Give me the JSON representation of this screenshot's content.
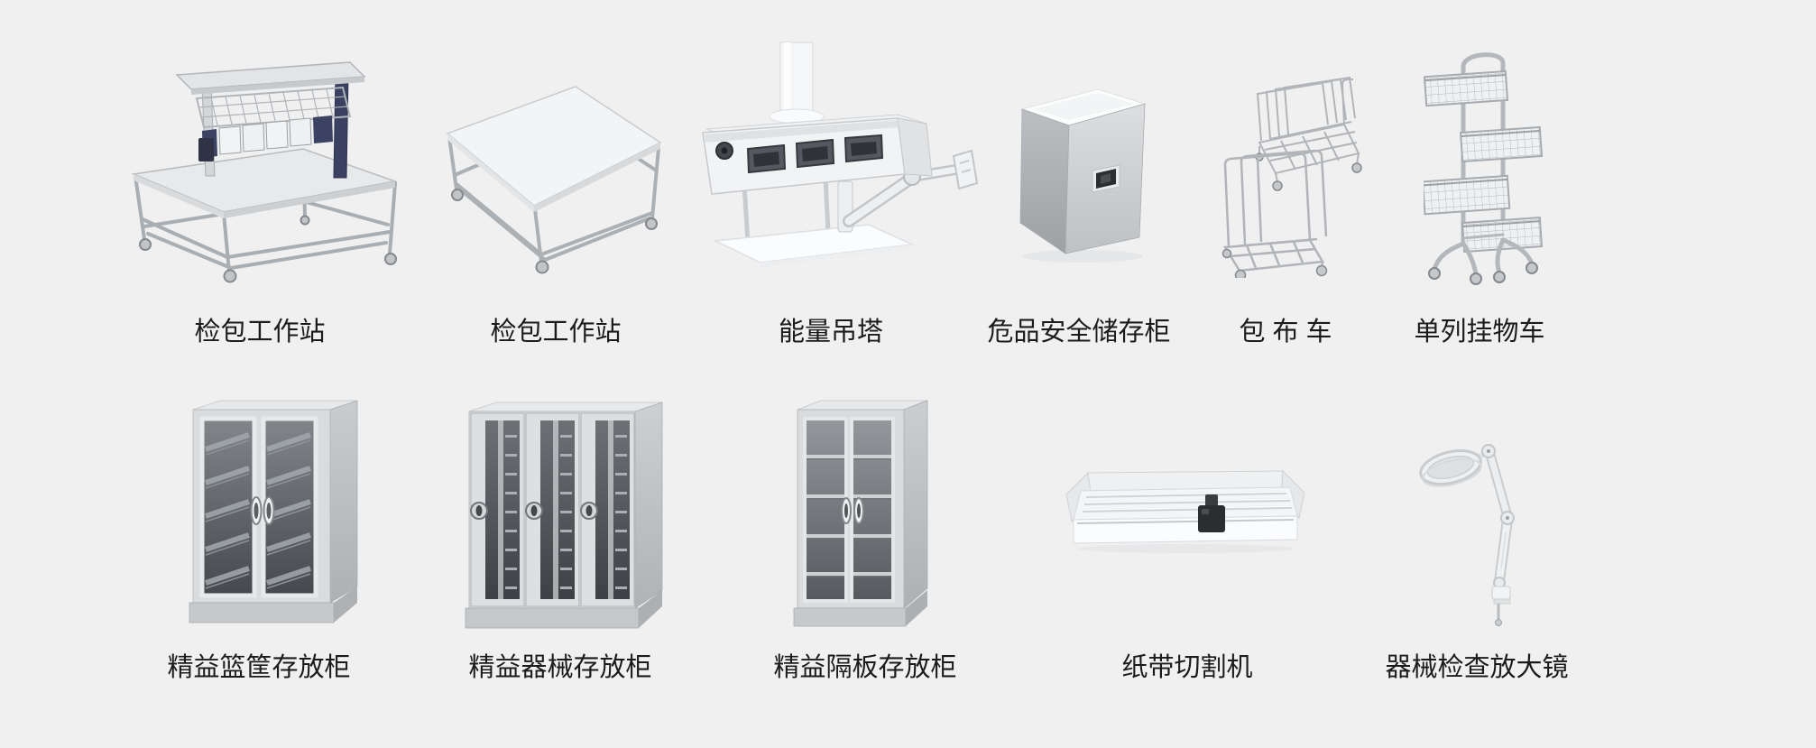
{
  "colors": {
    "background": "#f0f0f1",
    "label-text": "#1b1b1b",
    "accent-navy": "#3a4161",
    "metal-light": "#e8eaec",
    "metal-mid": "#c6c9cc",
    "glass-dark": "#4a4d51"
  },
  "products": [
    {
      "name": "packing-workstation",
      "label": "检包工作站"
    },
    {
      "name": "packing-worktable",
      "label": "检包工作站"
    },
    {
      "name": "energy-pendant",
      "label": "能量吊塔"
    },
    {
      "name": "hazmat-safety-cabinet",
      "label": "危品安全储存柜"
    },
    {
      "name": "wrapping-cloth-cart",
      "label": "包 布 车"
    },
    {
      "name": "single-column-hanging-cart",
      "label": "单列挂物车"
    },
    {
      "name": "lean-basket-storage-cabinet",
      "label": "精益篮筐存放柜"
    },
    {
      "name": "lean-instrument-storage-cabinet",
      "label": "精益器械存放柜"
    },
    {
      "name": "lean-divider-storage-cabinet",
      "label": "精益隔板存放柜"
    },
    {
      "name": "paper-tape-cutter",
      "label": "纸带切割机"
    },
    {
      "name": "instrument-inspection-magnifier",
      "label": "器械检查放大镜"
    }
  ]
}
